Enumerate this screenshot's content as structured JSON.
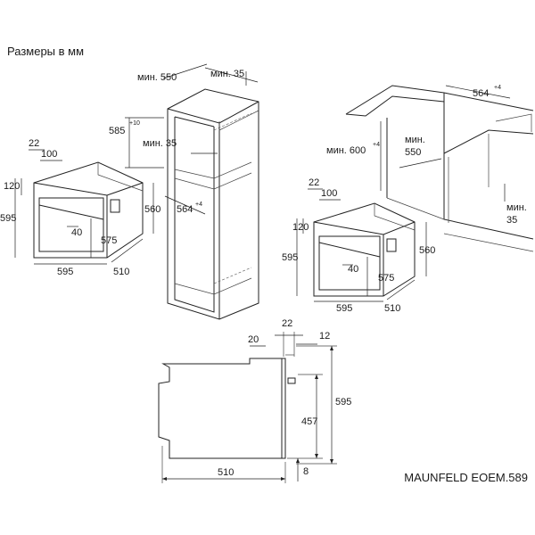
{
  "title": "Размеры в мм",
  "model": "MAUNFELD EOEM.589",
  "oven_front": {
    "d22": "22",
    "d100": "100",
    "d120": "120",
    "d595_h": "595",
    "d40": "40",
    "d575": "575",
    "d560": "560",
    "d595_w": "595",
    "d510": "510"
  },
  "column": {
    "min550": "мин. 550",
    "min35_top": "мин. 35",
    "d585": "585",
    "d585_sup": "+10",
    "min35_mid": "мин. 35",
    "d564": "564",
    "d564_sup": "+4"
  },
  "counter": {
    "d564": "564",
    "d564_sup": "+4",
    "min600": "мин. 600",
    "min600_sup": "+4",
    "min550_a": "мин.",
    "min550_b": "550",
    "min35_a": "мин.",
    "min35_b": "35"
  },
  "oven_front2": {
    "d22": "22",
    "d100": "100",
    "d120": "120",
    "d595_h": "595",
    "d40": "40",
    "d575": "575",
    "d560": "560",
    "d595_w": "595",
    "d510": "510"
  },
  "side": {
    "d22": "22",
    "d20": "20",
    "d12": "12",
    "d595": "595",
    "d457": "457",
    "d510": "510",
    "d8": "8"
  }
}
